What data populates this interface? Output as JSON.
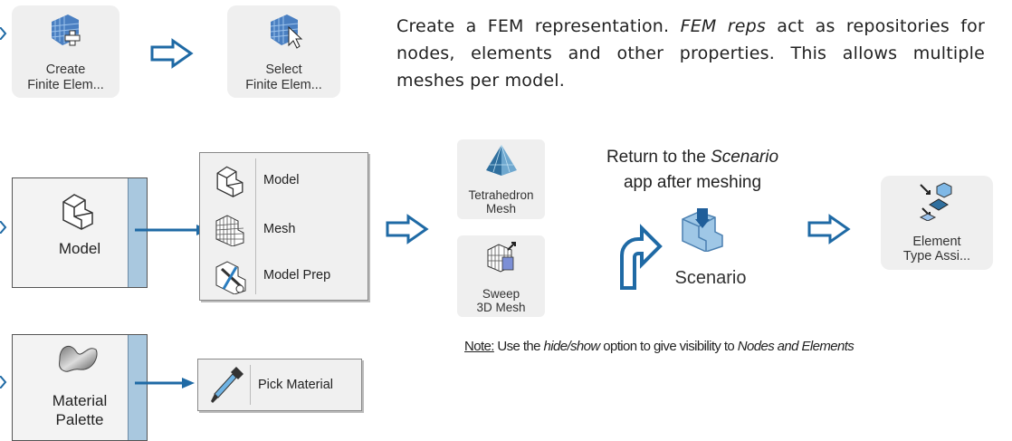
{
  "row1": {
    "create_label_1": "Create",
    "create_label_2": "Finite Elem...",
    "select_label_1": "Select",
    "select_label_2": "Finite Elem..."
  },
  "description": {
    "part1": "Create a FEM representation. ",
    "italic": "FEM reps",
    "part2": " act as repositories for nodes, elements and other properties. This allows multiple meshes per model."
  },
  "model_button": {
    "label": "Model"
  },
  "model_menu": {
    "items": [
      {
        "label": "Model",
        "icon": "model-icon"
      },
      {
        "label": "Mesh",
        "icon": "mesh-icon"
      },
      {
        "label": "Model Prep",
        "icon": "model-prep-icon"
      }
    ]
  },
  "mesh_tools": {
    "tetra_label_1": "Tetrahedron",
    "tetra_label_2": "Mesh",
    "sweep_label_1": "Sweep",
    "sweep_label_2": "3D Mesh"
  },
  "scenario": {
    "caption_1a": "Return to the ",
    "caption_1b": "Scenario",
    "caption_2": "app after meshing",
    "label": "Scenario"
  },
  "element_type": {
    "label_1": "Element",
    "label_2": "Type Assi..."
  },
  "note": {
    "prefix": "Note:",
    "t1": " Use the ",
    "t2": "hide/show",
    "t3": " option to give visibility to ",
    "t4": "Nodes and Elements"
  },
  "material_button": {
    "label_1": "Material",
    "label_2": "Palette"
  },
  "pick_material": {
    "label": "Pick Material"
  },
  "colors": {
    "arrow_blue": "#1f6aa5",
    "strip_blue": "#a9c8df",
    "accent": "#2a7dc0"
  }
}
